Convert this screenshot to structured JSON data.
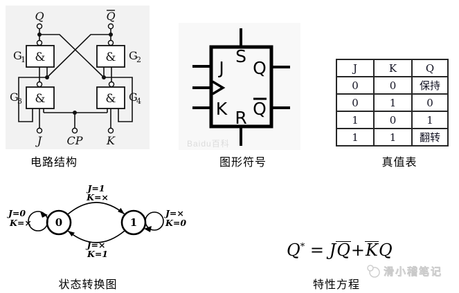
{
  "colors": {
    "ink": "#111111",
    "panel_bg": "#f2f2f2",
    "watermark_gray": "#c9c9c9"
  },
  "circuit": {
    "caption": "电路结构",
    "q": "Q",
    "qbar": "Q",
    "j": "J",
    "cp": "CP",
    "k": "K",
    "amp": "&",
    "gate_prefix": "G",
    "gate_subs": [
      "1",
      "2",
      "3",
      "4"
    ]
  },
  "symbol": {
    "caption": "图形符号",
    "s": "S",
    "r": "R",
    "j": "J",
    "k": "K",
    "q": "Q",
    "qbar": "Q",
    "watermark": "Baidu百科"
  },
  "truth_table": {
    "caption": "真值表",
    "headers": [
      "J",
      "K",
      "Q"
    ],
    "rows": [
      [
        "0",
        "0",
        "保持"
      ],
      [
        "0",
        "1",
        "0"
      ],
      [
        "1",
        "0",
        "1"
      ],
      [
        "1",
        "1",
        "翻转"
      ]
    ]
  },
  "state_diagram": {
    "caption": "状态转换图",
    "state0": "0",
    "state1": "1",
    "self0_l1": "J=0",
    "self0_l2": "K=×",
    "top_l1": "J=1",
    "top_l2": "K=×",
    "bottom_l1": "J=×",
    "bottom_l2": "K=1",
    "self1_l1": "J=×",
    "self1_l2": "K=0"
  },
  "equation": {
    "caption": "特性方程",
    "lhs": "Q",
    "star": "*",
    "eq": "=",
    "j": "J",
    "qbar1": "Q",
    "plus": "+",
    "kbar": "K",
    "q2": "Q"
  },
  "page_watermark": {
    "text": "滑小稽笔记"
  }
}
